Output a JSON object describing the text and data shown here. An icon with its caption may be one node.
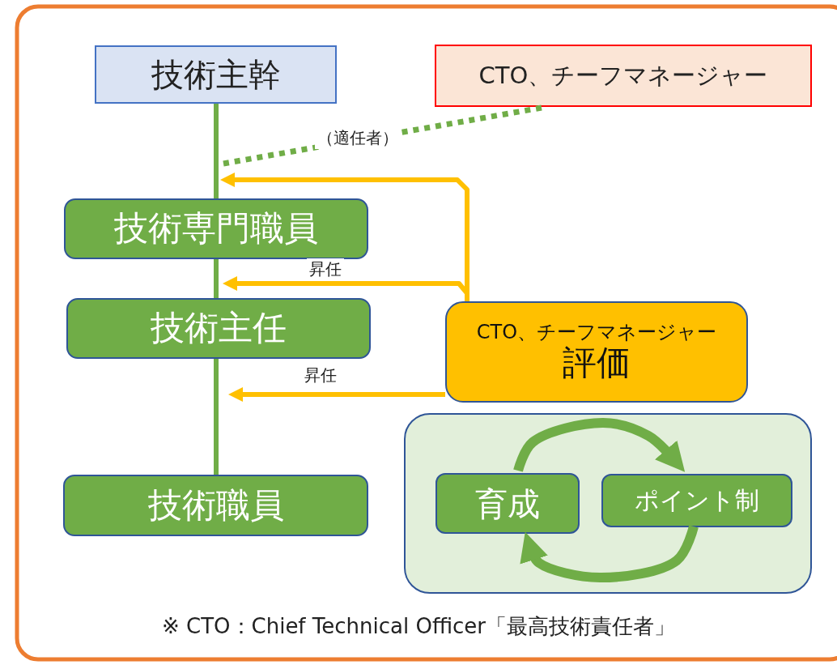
{
  "diagram": {
    "nodes": [
      {
        "text": [
          "技術主幹"
        ]
      },
      {
        "text": [
          "CTO、チーフマネージャー"
        ]
      },
      {
        "text": [
          "技術専門職員"
        ]
      },
      {
        "text": [
          "技術主任"
        ]
      },
      {
        "text": [
          "CTO、チーフマネージャー",
          "評価"
        ]
      },
      {
        "text": [],
        "shape": "box"
      },
      {
        "text": [
          "育成"
        ],
        "in": 5
      },
      {
        "text": [
          "ポイント制"
        ],
        "in": 5
      },
      {
        "text": [
          "技術職員"
        ]
      }
    ],
    "edges": [
      {
        "from": 0,
        "to": 2,
        "arrow": "none"
      },
      {
        "from": 2,
        "to": 3,
        "arrow": "none"
      },
      {
        "from": 3,
        "to": 8,
        "arrow": "none"
      },
      {
        "from": 1,
        "to": null,
        "arrow": "none",
        "style": "dashed",
        "label": "（適任者）"
      },
      {
        "from": 4,
        "to": 2,
        "arrow": "to",
        "color": "#ffc000"
      },
      {
        "from": 4,
        "to": 2,
        "arrow": "to",
        "color": "#ffc000",
        "label": "昇任"
      },
      {
        "from": 4,
        "to": null,
        "arrow": "to",
        "color": "#ffc000",
        "label": "昇任"
      },
      {
        "from": 6,
        "to": 7,
        "arrow": "to",
        "style": "thick"
      },
      {
        "from": 7,
        "to": 6,
        "arrow": "to",
        "style": "thick"
      }
    ],
    "labels": [
      "※ CTO：Chief Technical Officer「最高技術責任者」"
    ]
  }
}
